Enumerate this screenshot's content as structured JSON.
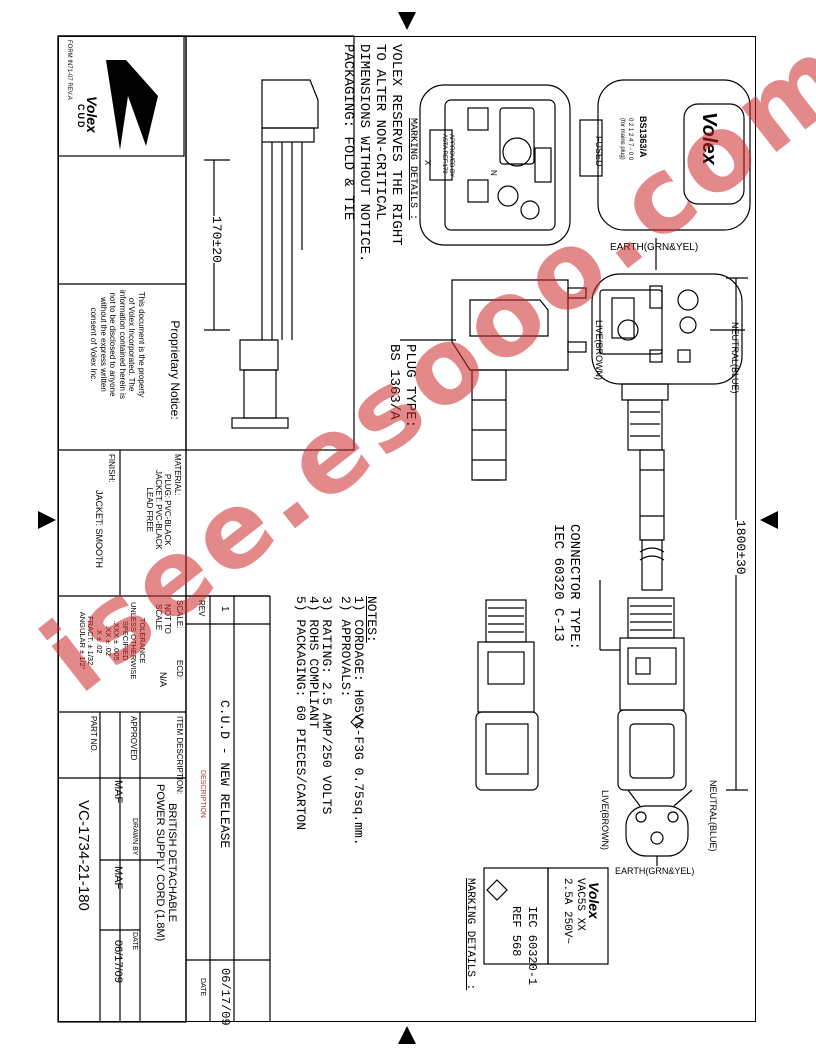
{
  "reserve_note": [
    "VOLEX RESERVES THE RIGHT",
    "TO ALTER NON-CRITICAL",
    "DIMENSIONS WITHOUT NOTICE.",
    "PACKAGING: FOLD & TIE"
  ],
  "marking_details_label": "MARKING DETAILS :",
  "plug_face": {
    "approved_by": "APPROVED BY",
    "asta": "ASTA REF.179",
    "x_mark": "X",
    "n_mark": "N",
    "fused": "FUSED",
    "brand": "Volex",
    "kite_text": "BS1363/A",
    "sub_code": "0 2 1 2 4 7 - 0 0",
    "sub_note": "(for mains plug)"
  },
  "wire_labels": {
    "earth": "EARTH(GRN&YEL)",
    "neutral": "NEUTRAL(BLUE)",
    "live": "LIVE(BROWN)"
  },
  "plug_type": [
    "PLUG TYPE:",
    "BS 1363/A"
  ],
  "connector_type": [
    "CONNECTOR TYPE:",
    "IEC 60320 C-13"
  ],
  "dim_total": "1800±30",
  "dim_side": "170±20",
  "connector_marking": {
    "brand": "Volex",
    "lines": [
      "VAC5S  XX",
      "2.5A 250V~"
    ],
    "iec": "IEC 60320-1",
    "ref": "REF 568",
    "label": "MARKING DETAILS :"
  },
  "notes": {
    "title": "NOTES:",
    "items": [
      "1) CORDAGE: H05VV-F3G 0.75sq.mm.",
      "2) APPROVALS:",
      "3) RATING: 2.5 AMP/250 VOLTS",
      "4) ROHS COMPLIANT",
      "5) PACKAGING: 60 PIECES/CARTON"
    ]
  },
  "title_block": {
    "form": "FORM IN71-07 REV.A",
    "logo_brand": "Volex",
    "logo_sub": "CUD",
    "proprietary_title": "Proprietary Notice:",
    "proprietary_text": [
      "This document is the property",
      "of Volex Incorporated. The",
      "information contained herein is",
      "not to be disclosed to anyone",
      "without the express written",
      "consent of Volex Inc."
    ],
    "material_label": "MATERIAL:",
    "material_lines": [
      "PLUG: PVC-BLACK",
      "JACKET: PVC-BLACK",
      "LEAD FREE"
    ],
    "finish_label": "FINISH:",
    "finish_value": "JACKET: SMOOTH",
    "rev_header": "REV",
    "rev_number": "1",
    "rev_description": "C.U.D - NEW RELEASE",
    "rev_date": "06/17/09",
    "description_header": "DESCRIPTION",
    "date_header": "DATE",
    "scale_label": "SCALE:",
    "scale_value": "NOT TO SCALE",
    "ecd_label": "ECD:",
    "ecd_value": "N/A",
    "tolerance": [
      "TOLERANCE",
      "UNLESS OTHERWISE",
      "SPECIFIED",
      ".XXX ± .005",
      ".XX ± .02",
      ".X ± .02",
      "FRACT. ± 1/32",
      "ANGULAR ± 1/2°"
    ],
    "item_description_label": "ITEM DESCRIPTION:",
    "item_description": [
      "BRITISH DETACHABLE",
      "POWER SUPPLY CORD (1.8M)"
    ],
    "approved_label": "APPROVED",
    "approved_value": "MAF",
    "drawn_label": "DRAWN BY",
    "drawn_value": "MAF",
    "date_label": "DATE",
    "date_value": "06/17/09",
    "part_label": "PART NO.",
    "part_no": "VC-1734-21-180"
  },
  "watermark": "isee.esooo.com",
  "colors": {
    "ink": "#000000",
    "watermark": "#cd2828"
  }
}
